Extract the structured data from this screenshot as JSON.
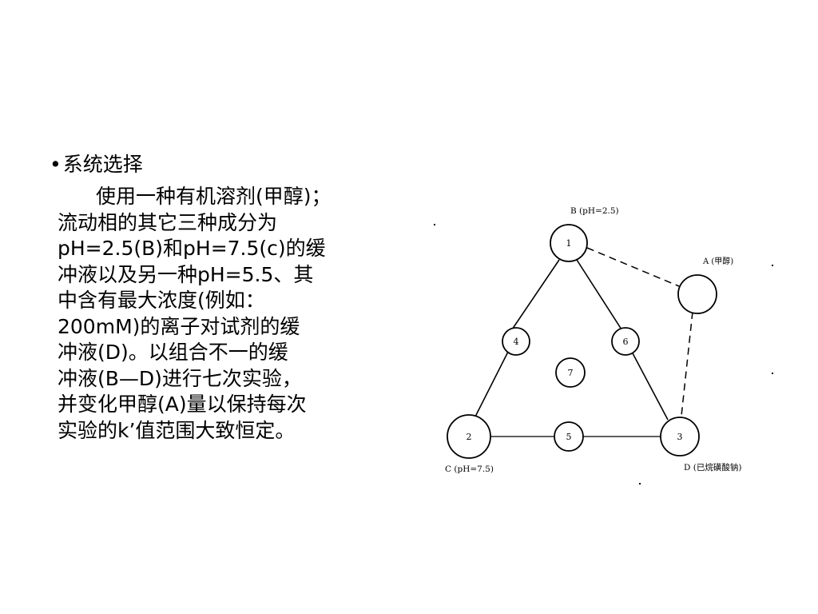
{
  "heading": {
    "bullet": "•",
    "title": "系统选择"
  },
  "paragraph_lines": [
    "使用一种有机溶剂(甲醇)；",
    "流动相的其它三种成分为",
    "pH=2.5(B)和pH=7.5(c)的缓",
    "冲液以及另一种pH=5.5、其",
    "中含有最大浓度(例如：",
    "200mM)的离子对试剂的缓",
    "冲液(D)。以组合不一的缓",
    "冲液(B—D)进行七次实验，",
    "并变化甲醇(A)量以保持每次",
    "实验的k’值范围大致恒定。"
  ],
  "diagram": {
    "node_labels": [
      "1",
      "2",
      "3",
      "4",
      "5",
      "6",
      "7"
    ],
    "vertex_labels": {
      "B": "B (pH=2.5)",
      "C": "C (pH=7.5)",
      "D": "D (已烷磺酸钠)",
      "A": "A (甲醇)"
    },
    "colors": {
      "line": "#000000",
      "text": "#000000"
    }
  }
}
